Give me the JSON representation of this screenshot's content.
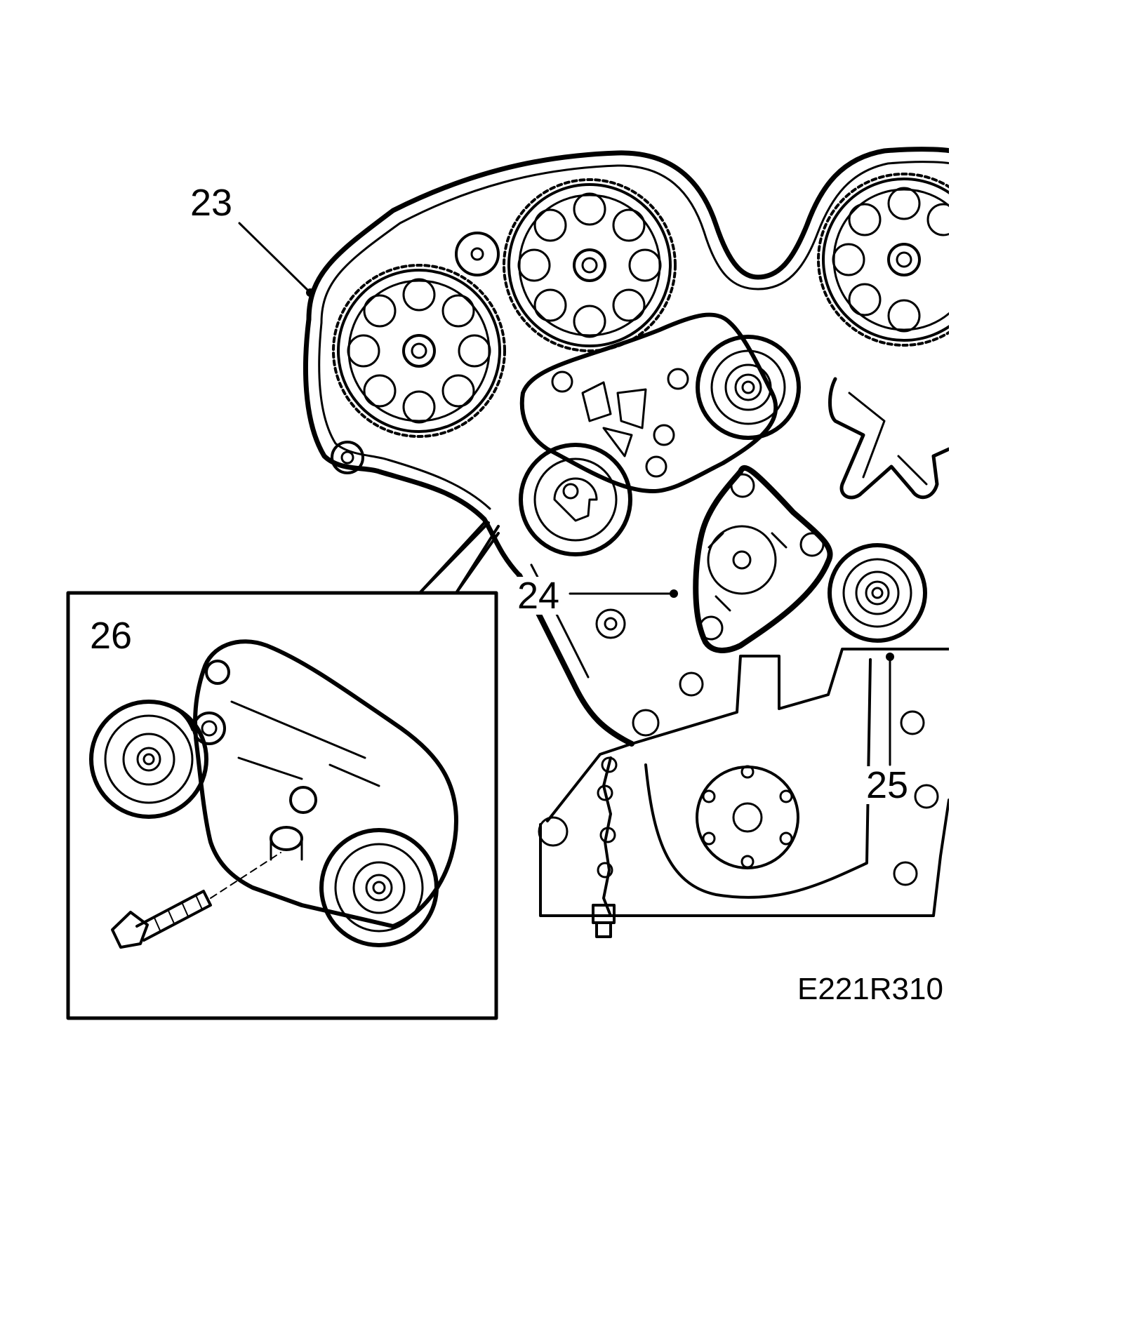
{
  "callouts": {
    "c23": "23",
    "c24": "24",
    "c25": "25",
    "c26": "26"
  },
  "figure_code": "E221R310",
  "colors": {
    "ink": "#000000",
    "paper": "#ffffff"
  }
}
